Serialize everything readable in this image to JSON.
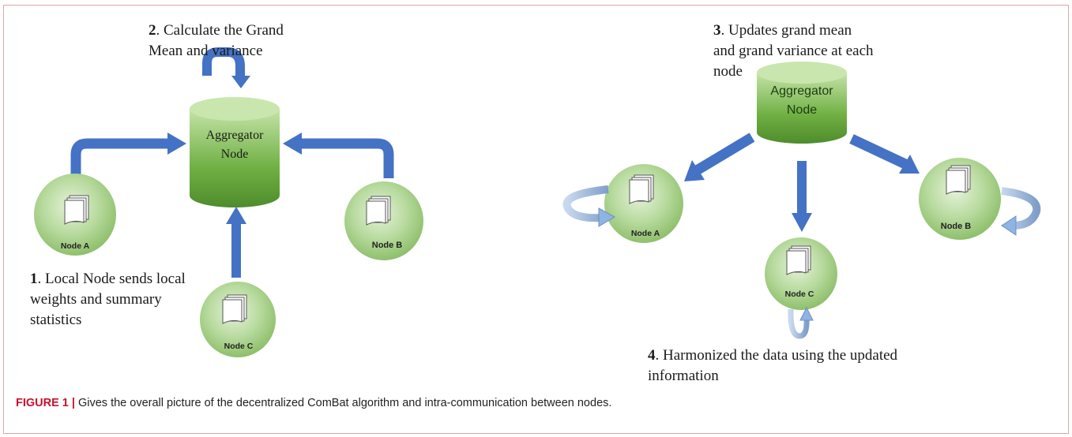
{
  "colors": {
    "arrow": "#4472c4",
    "curl_arrow": "#8eb4e3",
    "node_fill": "#a9d18e",
    "aggregator_fill": "#70ad47",
    "caption_label": "#c8102e",
    "frame": "#e2a6a6"
  },
  "left_panel": {
    "aggregator": {
      "line1": "Aggregator",
      "line2": "Node"
    },
    "step2": {
      "num": "2",
      "line1": ". Calculate the Grand",
      "line2": "Mean and variance"
    },
    "step1": {
      "num": "1",
      "line1": ". Local Node sends local",
      "line2": "weights and summary",
      "line3": "statistics"
    },
    "nodes": {
      "a": "Node A",
      "b": "Node B",
      "c": "Node C"
    }
  },
  "right_panel": {
    "aggregator": {
      "line1": "Aggregator",
      "line2": "Node"
    },
    "step3": {
      "num": "3",
      "line1": ". Updates grand mean",
      "line2": "and grand variance at each",
      "line3": "node"
    },
    "step4": {
      "num": "4",
      "line1": ". Harmonized the data using the updated",
      "line2": "information"
    },
    "nodes": {
      "a": "Node A",
      "b": "Node B",
      "c": "Node C"
    }
  },
  "caption": {
    "label": "FIGURE 1 |",
    "text": " Gives the overall picture of the decentralized ComBat algorithm and intra-communication between nodes."
  }
}
